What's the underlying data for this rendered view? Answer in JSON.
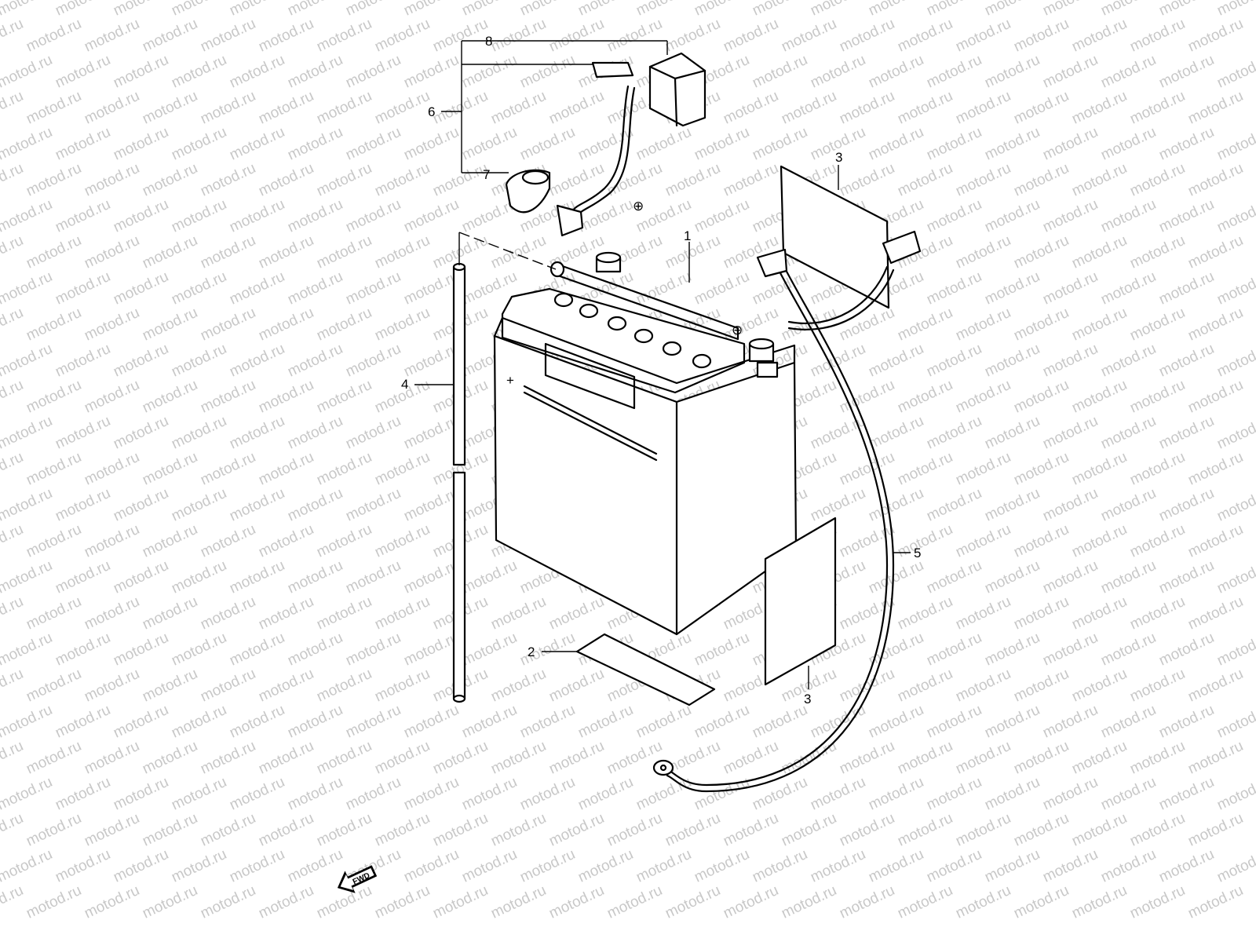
{
  "watermark": {
    "text": "motod.ru",
    "color": "#c8c8c8"
  },
  "callouts": [
    {
      "id": "part-1",
      "label": "1"
    },
    {
      "id": "part-2",
      "label": "2"
    },
    {
      "id": "part-3a",
      "label": "3"
    },
    {
      "id": "part-3b",
      "label": "3"
    },
    {
      "id": "part-4",
      "label": "4"
    },
    {
      "id": "part-5",
      "label": "5"
    },
    {
      "id": "part-6",
      "label": "6"
    },
    {
      "id": "part-7",
      "label": "7"
    },
    {
      "id": "part-8",
      "label": "8"
    }
  ],
  "battery": {
    "plus_mark": "+",
    "terminal_plus": "⊕",
    "terminal_minus": "⊖"
  },
  "fwd_arrow": {
    "label": "FWD"
  }
}
